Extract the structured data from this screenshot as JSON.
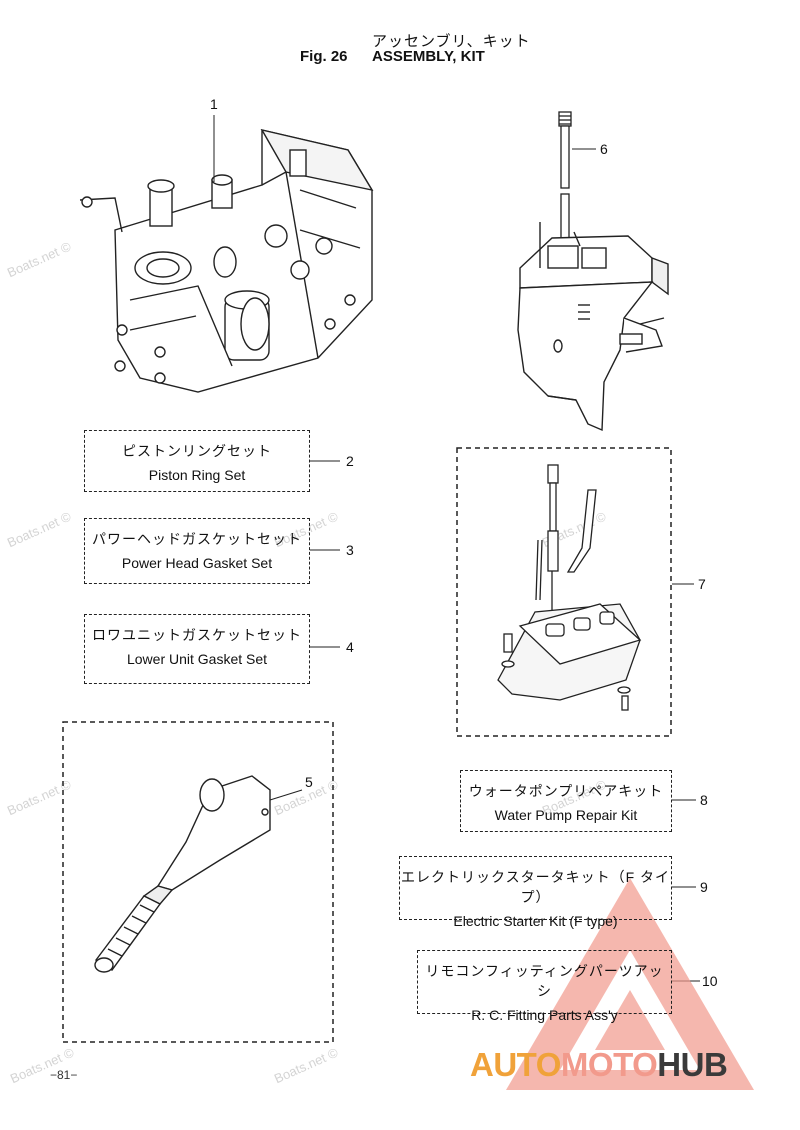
{
  "header": {
    "title_jp": "アッセンブリ、キット",
    "fig_label": "Fig. 26",
    "title_en": "ASSEMBLY, KIT"
  },
  "kits": [
    {
      "jp": "ピストンリングセット",
      "en": "Piston Ring Set",
      "ref": "2"
    },
    {
      "jp": "パワーヘッドガスケットセット",
      "en": "Power Head Gasket Set",
      "ref": "3"
    },
    {
      "jp": "ロワユニットガスケットセット",
      "en": "Lower Unit Gasket Set",
      "ref": "4"
    },
    {
      "jp": "ウォータポンプリペアキット",
      "en": "Water Pump Repair Kit",
      "ref": "8"
    },
    {
      "jp": "エレクトリックスタータキット（F タイプ）",
      "en": "Electric Starter Kit (F type)",
      "ref": "9"
    },
    {
      "jp": "リモコンフィッティングパーツアッシ",
      "en": "R. C. Fitting Parts Ass'y",
      "ref": "10"
    }
  ],
  "callouts": {
    "powerhead": "1",
    "tiller": "5",
    "driveshaft": "6",
    "lower_kit": "7"
  },
  "watermark": "Boats.net ©",
  "page_number": "−81−",
  "logo": {
    "part1": "AUTO",
    "part2": "MOTO",
    "part3": "HUB",
    "colors": {
      "auto": "#f0a23a",
      "moto": "#f29a8c",
      "hub": "#3a3a3a"
    }
  }
}
